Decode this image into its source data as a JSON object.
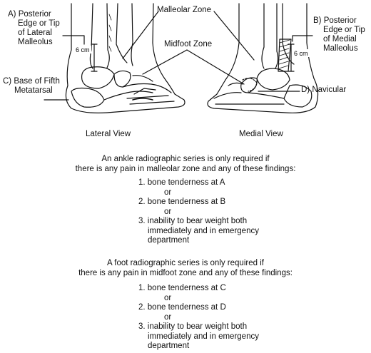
{
  "zones": {
    "malleolar": "Malleolar Zone",
    "midfoot": "Midfoot Zone"
  },
  "labels": {
    "a": [
      "A) Posterior",
      "Edge or Tip",
      "of Lateral",
      "Malleolus"
    ],
    "b": [
      "B) Posterior",
      "Edge or Tip",
      "of Medial",
      "Malleolus"
    ],
    "c": [
      "C) Base of Fifth",
      "Metatarsal"
    ],
    "d": "D) Navicular",
    "cm_left": "6 cm",
    "cm_right": "6 cm"
  },
  "views": {
    "lateral": "Lateral View",
    "medial": "Medial View"
  },
  "ankle": {
    "intro": [
      "An ankle radiographic series is only required if",
      "there is any pain in malleolar zone and any of these findings:"
    ],
    "item1": "1. bone tenderness at A",
    "or1": "or",
    "item2": "2. bone tenderness at B",
    "or2": "or",
    "item3": [
      "3. inability to bear weight both",
      "immediately and in emergency",
      "department"
    ]
  },
  "foot": {
    "intro": [
      "A foot radiographic series is only required if",
      "there is any pain in midfoot zone and any of these findings:"
    ],
    "item1": "1. bone tenderness at C",
    "or1": "or",
    "item2": "2. bone tenderness at D",
    "or2": "or",
    "item3": [
      "3. inability to bear weight both",
      "immediately and in emergency",
      "department"
    ]
  }
}
